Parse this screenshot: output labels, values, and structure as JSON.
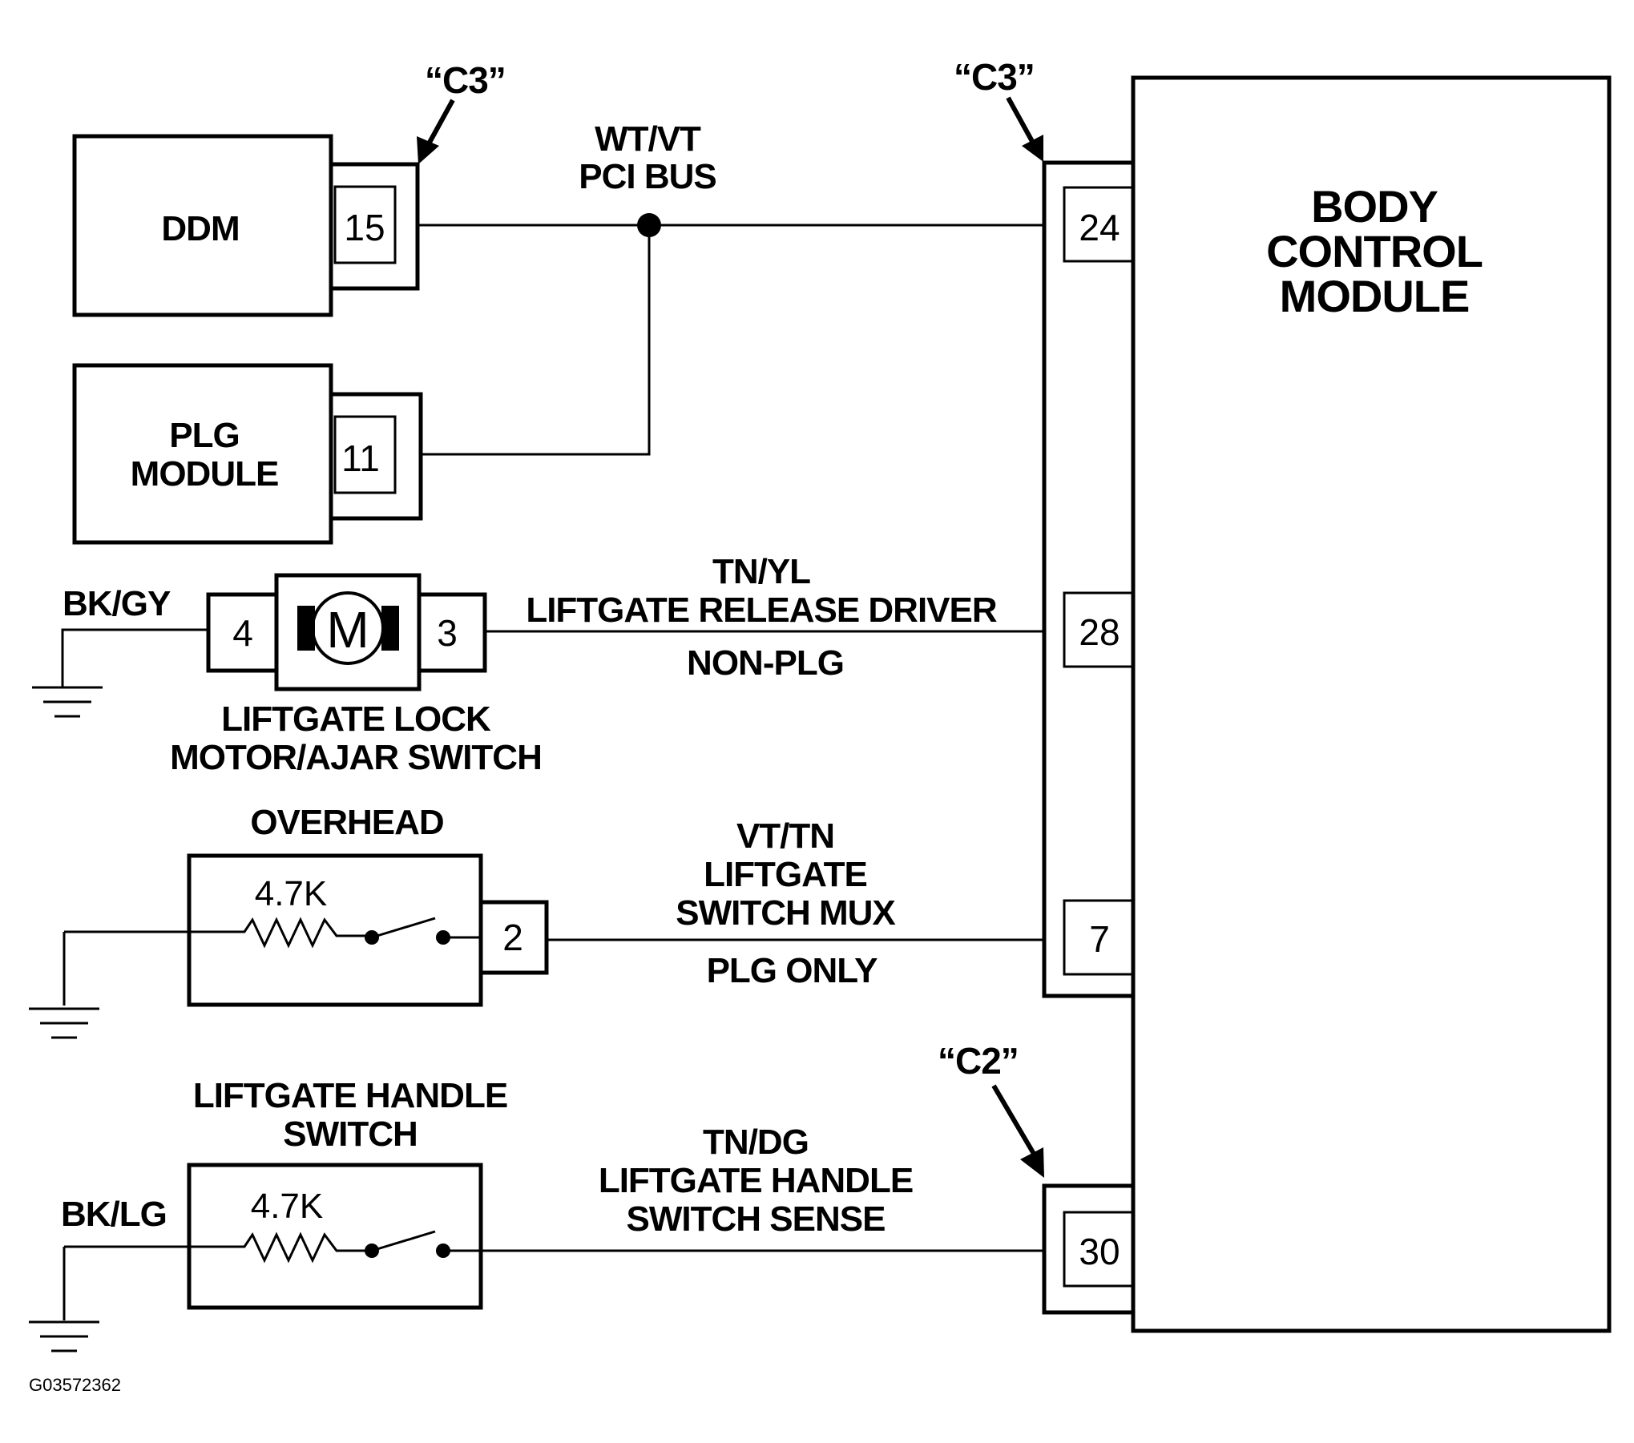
{
  "connectors": {
    "ddm_connector": "“C3”",
    "bcm_connector_c3": "“C3”",
    "bcm_connector_c2": "“C2”"
  },
  "components": {
    "ddm": {
      "label": "DDM",
      "pin": "15"
    },
    "plg_module": {
      "line1": "PLG",
      "line2": "MODULE",
      "pin": "11"
    },
    "body_control_module": {
      "line1": "BODY",
      "line2": "CONTROL",
      "line3": "MODULE"
    },
    "liftgate_lock_motor": {
      "line1": "LIFTGATE LOCK",
      "line2": "MOTOR/AJAR SWITCH",
      "motor_symbol": "M",
      "pin_left": "4",
      "pin_right": "3",
      "ground_wire": "BK/GY"
    },
    "overhead": {
      "label": "OVERHEAD",
      "resistor": "4.7K",
      "pin": "2"
    },
    "liftgate_handle_switch": {
      "line1": "LIFTGATE HANDLE",
      "line2": "SWITCH",
      "resistor": "4.7K",
      "ground_wire": "BK/LG"
    }
  },
  "bcm_pins": [
    "24",
    "28",
    "7",
    "30"
  ],
  "wires": {
    "pci_bus": {
      "color": "WT/VT",
      "name": "PCI BUS"
    },
    "release_driver": {
      "color": "TN/YL",
      "name": "LIFTGATE RELEASE DRIVER",
      "note": "NON-PLG"
    },
    "switch_mux": {
      "color": "VT/TN",
      "name_line1": "LIFTGATE",
      "name_line2": "SWITCH MUX",
      "note": "PLG ONLY"
    },
    "handle_sense": {
      "color": "TN/DG",
      "name_line1": "LIFTGATE HANDLE",
      "name_line2": "SWITCH SENSE"
    }
  },
  "figure_id": "G03572362"
}
